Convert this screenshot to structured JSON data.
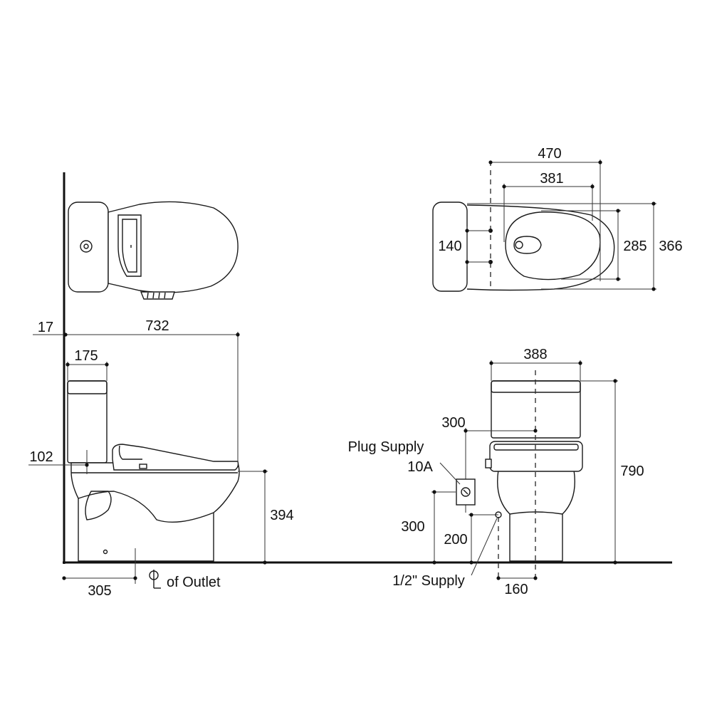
{
  "side_view": {
    "overall_length": "732",
    "tank_depth": "175",
    "wall_gap": "17",
    "tank_bottom": "102",
    "rim_height": "394",
    "outlet_distance": "305",
    "outlet_label": "of Outlet"
  },
  "top_view_plain": {
    "outer_width": "470",
    "inner_width": "381",
    "fixing_spacing": "140",
    "bowl_depth": "285",
    "overall_depth": "366"
  },
  "front_view": {
    "width": "388",
    "height": "790",
    "plug_offset": "300",
    "plug_label": "Plug Supply",
    "plug_rating": "10A",
    "plug_height": "300",
    "supply_height": "200",
    "supply_label": "1/2\" Supply",
    "supply_offset": "160"
  }
}
